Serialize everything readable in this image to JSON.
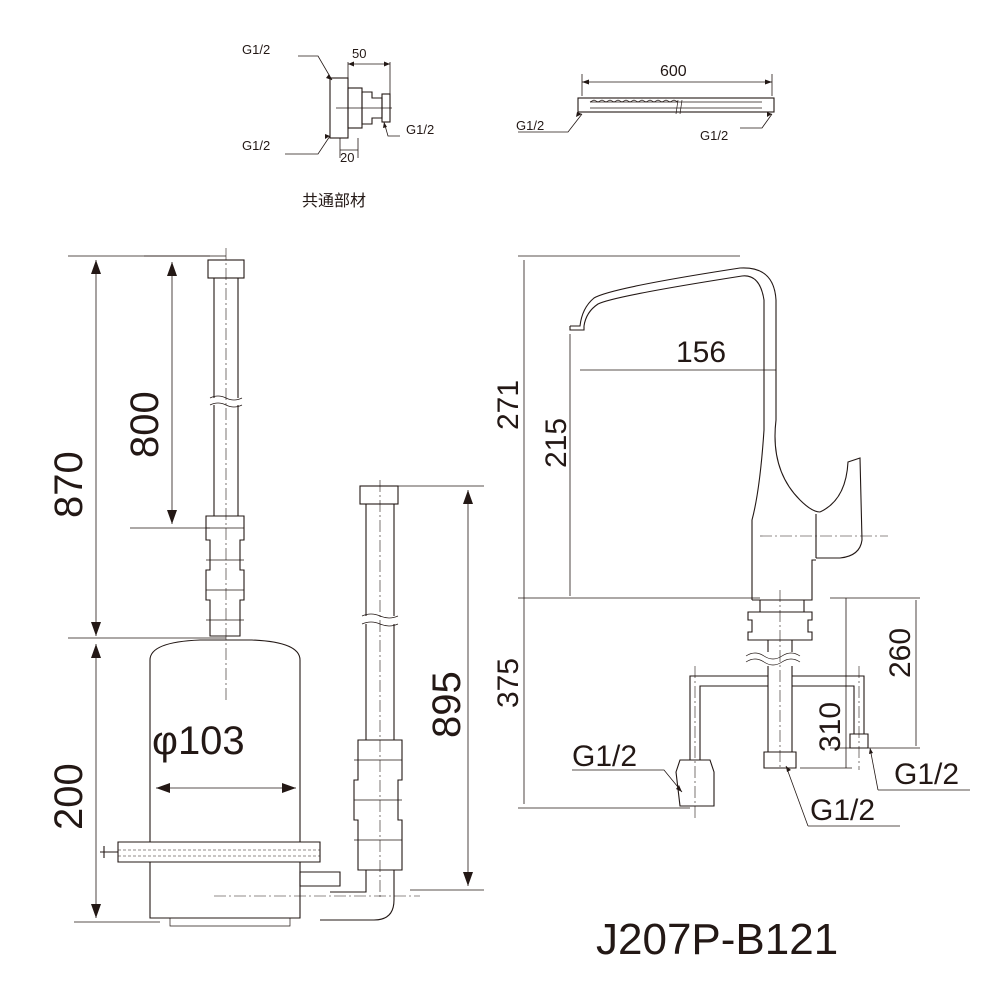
{
  "common_parts": {
    "caption": "共通部材",
    "adapter": {
      "g_top": "G1/2",
      "g_bottom": "G1/2",
      "g_right": "G1/2",
      "width": "50",
      "depth": "20"
    },
    "hose": {
      "length": "600",
      "g_left": "G1/2",
      "g_right": "G1/2"
    }
  },
  "filter_unit": {
    "overall_height": "870",
    "pipe_length": "800",
    "housing_height": "200",
    "housing_diameter": "φ103",
    "outlet_pipe_height": "895"
  },
  "faucet": {
    "spout_height": "271",
    "spout_clearance": "215",
    "spout_reach": "156",
    "below_counter": "375",
    "shank_260": "260",
    "shank_310": "310",
    "g_left": "G1/2",
    "g_center": "G1/2",
    "g_right": "G1/2"
  },
  "model": "J207P-B121"
}
